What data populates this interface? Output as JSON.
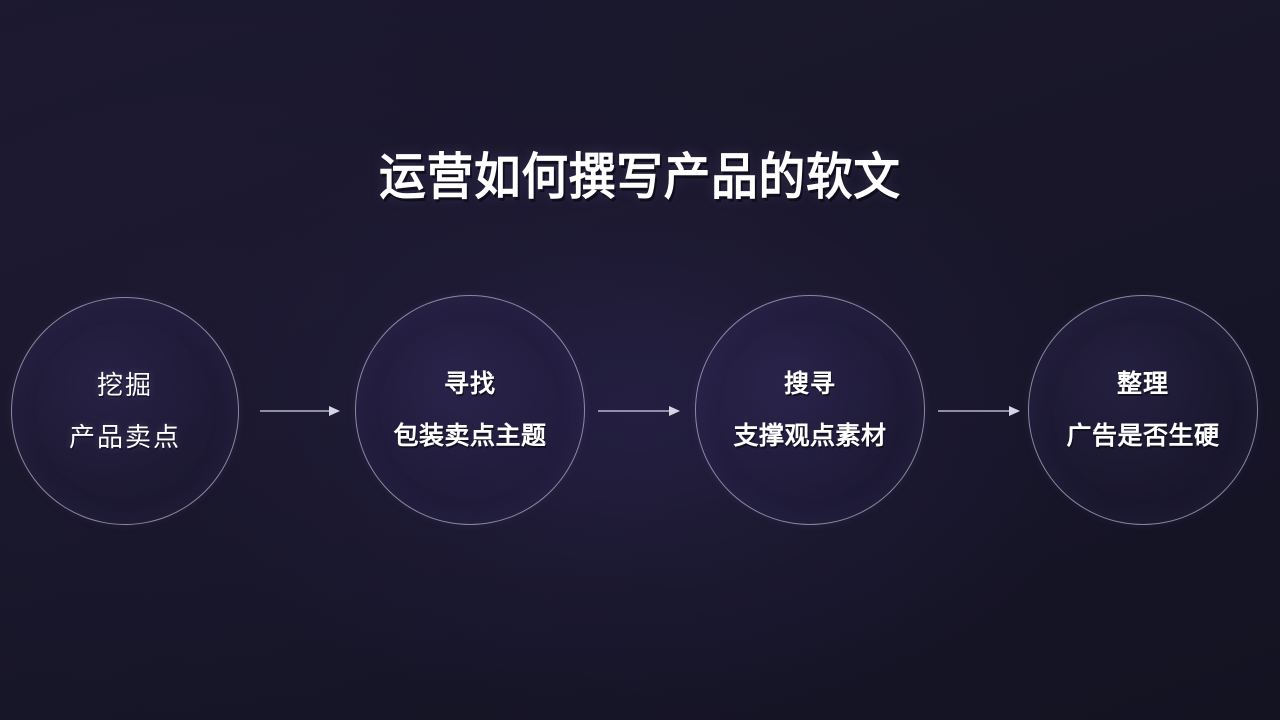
{
  "slide": {
    "title": "运营如何撰写产品的软文",
    "background_color": "#17162a",
    "accent_color": "#b5b1cd",
    "text_color": "#ffffff"
  },
  "flow": {
    "nodes": [
      {
        "line1": "挖掘",
        "line2": "产品卖点"
      },
      {
        "line1": "寻找",
        "line2": "包装卖点主题"
      },
      {
        "line1": "搜寻",
        "line2": "支撑观点素材"
      },
      {
        "line1": "整理",
        "line2": "广告是否生硬"
      }
    ],
    "connectors": [
      {
        "icon": "arrow-right-icon"
      },
      {
        "icon": "arrow-right-icon"
      },
      {
        "icon": "arrow-right-icon"
      }
    ]
  }
}
